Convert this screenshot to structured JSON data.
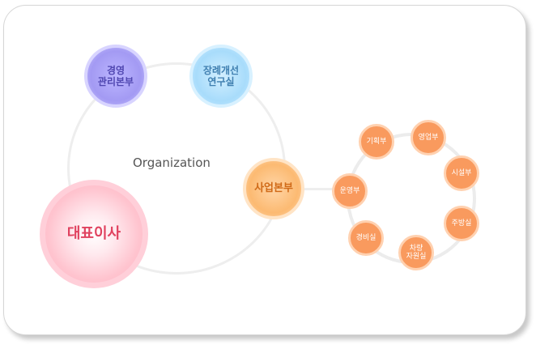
{
  "diagram": {
    "center_label": "Organization",
    "nodes": {
      "management": "경영\n관리본부",
      "funeral": "장례개선\n연구실",
      "business": "사업본부",
      "ceo": "대표이사"
    },
    "sub_nodes": [
      {
        "key": "operations",
        "label": "운영부"
      },
      {
        "key": "planning",
        "label": "기획부"
      },
      {
        "key": "sales",
        "label": "영업부"
      },
      {
        "key": "facility",
        "label": "시설부"
      },
      {
        "key": "kitchen",
        "label": "주방실"
      },
      {
        "key": "vehicle",
        "label": "차량\n자원실"
      },
      {
        "key": "security",
        "label": "경비실"
      }
    ]
  }
}
